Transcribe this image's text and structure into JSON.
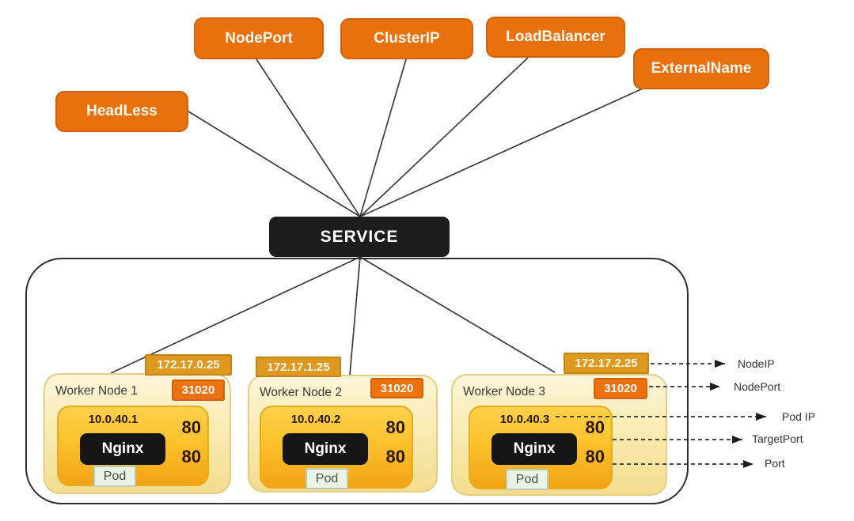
{
  "service": {
    "label": "SERVICE"
  },
  "service_types": [
    {
      "label": "HeadLess"
    },
    {
      "label": "NodePort"
    },
    {
      "label": "ClusterIP"
    },
    {
      "label": "LoadBalancer"
    },
    {
      "label": "ExternalName"
    }
  ],
  "cluster": {
    "nodes": [
      {
        "name": "Worker Node 1",
        "node_ip": "172.17.0.25",
        "node_port": "31020",
        "pod_ip": "10.0.40.1",
        "app_label": "Nginx",
        "pod_label": "Pod",
        "target_port": "80",
        "service_port": "80"
      },
      {
        "name": "Worker Node 2",
        "node_ip": "172.17.1.25",
        "node_port": "31020",
        "pod_ip": "10.0.40.2",
        "app_label": "Nginx",
        "pod_label": "Pod",
        "target_port": "80",
        "service_port": "80"
      },
      {
        "name": "Worker Node 3",
        "node_ip": "172.17.2.25",
        "node_port": "31020",
        "pod_ip": "10.0.40.3",
        "app_label": "Nginx",
        "pod_label": "Pod",
        "target_port": "80",
        "service_port": "80"
      }
    ]
  },
  "annotations": [
    {
      "label": "NodeIP"
    },
    {
      "label": "NodePort"
    },
    {
      "label": "Pod IP"
    },
    {
      "label": "TargetPort"
    },
    {
      "label": "Port"
    }
  ],
  "colors": {
    "service_type_orange": "#e8710d",
    "node_ip_badge_gold": "#df991f",
    "node_port_badge_orange": "#ee7110",
    "worker_node_fill": "#f9ecb4",
    "pod_box_gradient_top": "#ffd14d",
    "pod_box_gradient_bottom": "#f2a414",
    "service_box_black": "#1d1d1d",
    "nginx_box_black": "#151515",
    "pod_tab_green": "#eaf4e4",
    "connector_line": "#3b3b3b"
  }
}
